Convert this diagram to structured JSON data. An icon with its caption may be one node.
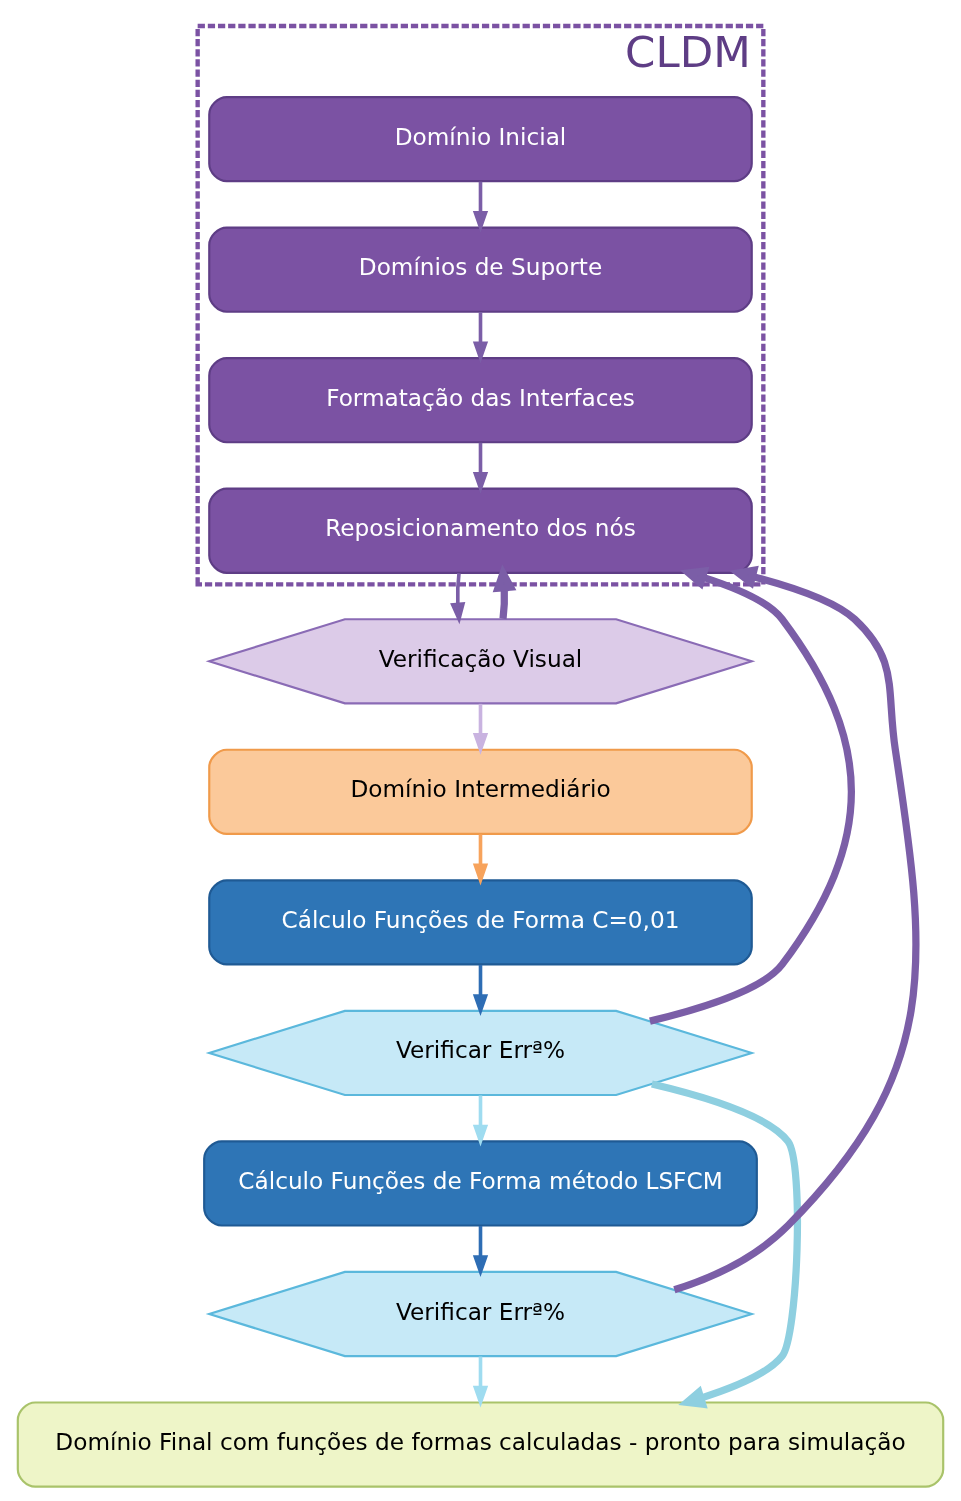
{
  "diagram": {
    "nodes": [
      {
        "text": [
          "CLDM"
        ]
      },
      {
        "text": [
          "Domínio Inicial"
        ],
        "in": 0
      },
      {
        "text": [
          "Domínios de Suporte"
        ],
        "in": 0
      },
      {
        "text": [
          "Formatação das Interfaces"
        ],
        "in": 0
      },
      {
        "text": [
          "Reposicionamento dos nós"
        ],
        "in": 0
      },
      {
        "text": [
          "Verificação Visual"
        ]
      },
      {
        "text": [
          "Domínio Intermediário"
        ]
      },
      {
        "text": [
          "Cálculo Funções de Forma C=0,01"
        ]
      },
      {
        "text": [
          "Verificar Errª%"
        ]
      },
      {
        "text": [
          "Cálculo Funções de Forma método LSFCM"
        ]
      },
      {
        "text": [
          "Verificar Errª%"
        ]
      },
      {
        "text": [
          "Domínio Final com funções de formas calculadas - pronto para simulação"
        ]
      }
    ],
    "edges": [
      {
        "from": 1,
        "to": 2,
        "arrow": "to"
      },
      {
        "from": 2,
        "to": 3,
        "arrow": "to"
      },
      {
        "from": 3,
        "to": 4,
        "arrow": "to"
      },
      {
        "from": 4,
        "to": 5,
        "arrow": "to"
      },
      {
        "from": 5,
        "to": 6,
        "arrow": "to",
        "color": "#c9b3e0"
      },
      {
        "from": 6,
        "to": 7,
        "arrow": "to",
        "color": "#f7a35c"
      },
      {
        "from": 7,
        "to": 8,
        "arrow": "to",
        "color": "#2e6db4"
      },
      {
        "from": 8,
        "to": 9,
        "arrow": "to",
        "color": "#9fdcf0"
      },
      {
        "from": 9,
        "to": 10,
        "arrow": "to",
        "color": "#2e6db4"
      },
      {
        "from": 10,
        "to": 11,
        "arrow": "to",
        "color": "#9fdcf0"
      },
      {
        "from": 5,
        "to": 4,
        "arrow": "to",
        "style": "thick"
      },
      {
        "from": 8,
        "to": 4,
        "arrow": "to",
        "style": "thick"
      },
      {
        "from": 10,
        "to": 4,
        "arrow": "to",
        "style": "thick"
      },
      {
        "from": 8,
        "to": 11,
        "arrow": "to",
        "style": "thick",
        "color": "#8ecfe0"
      }
    ]
  }
}
